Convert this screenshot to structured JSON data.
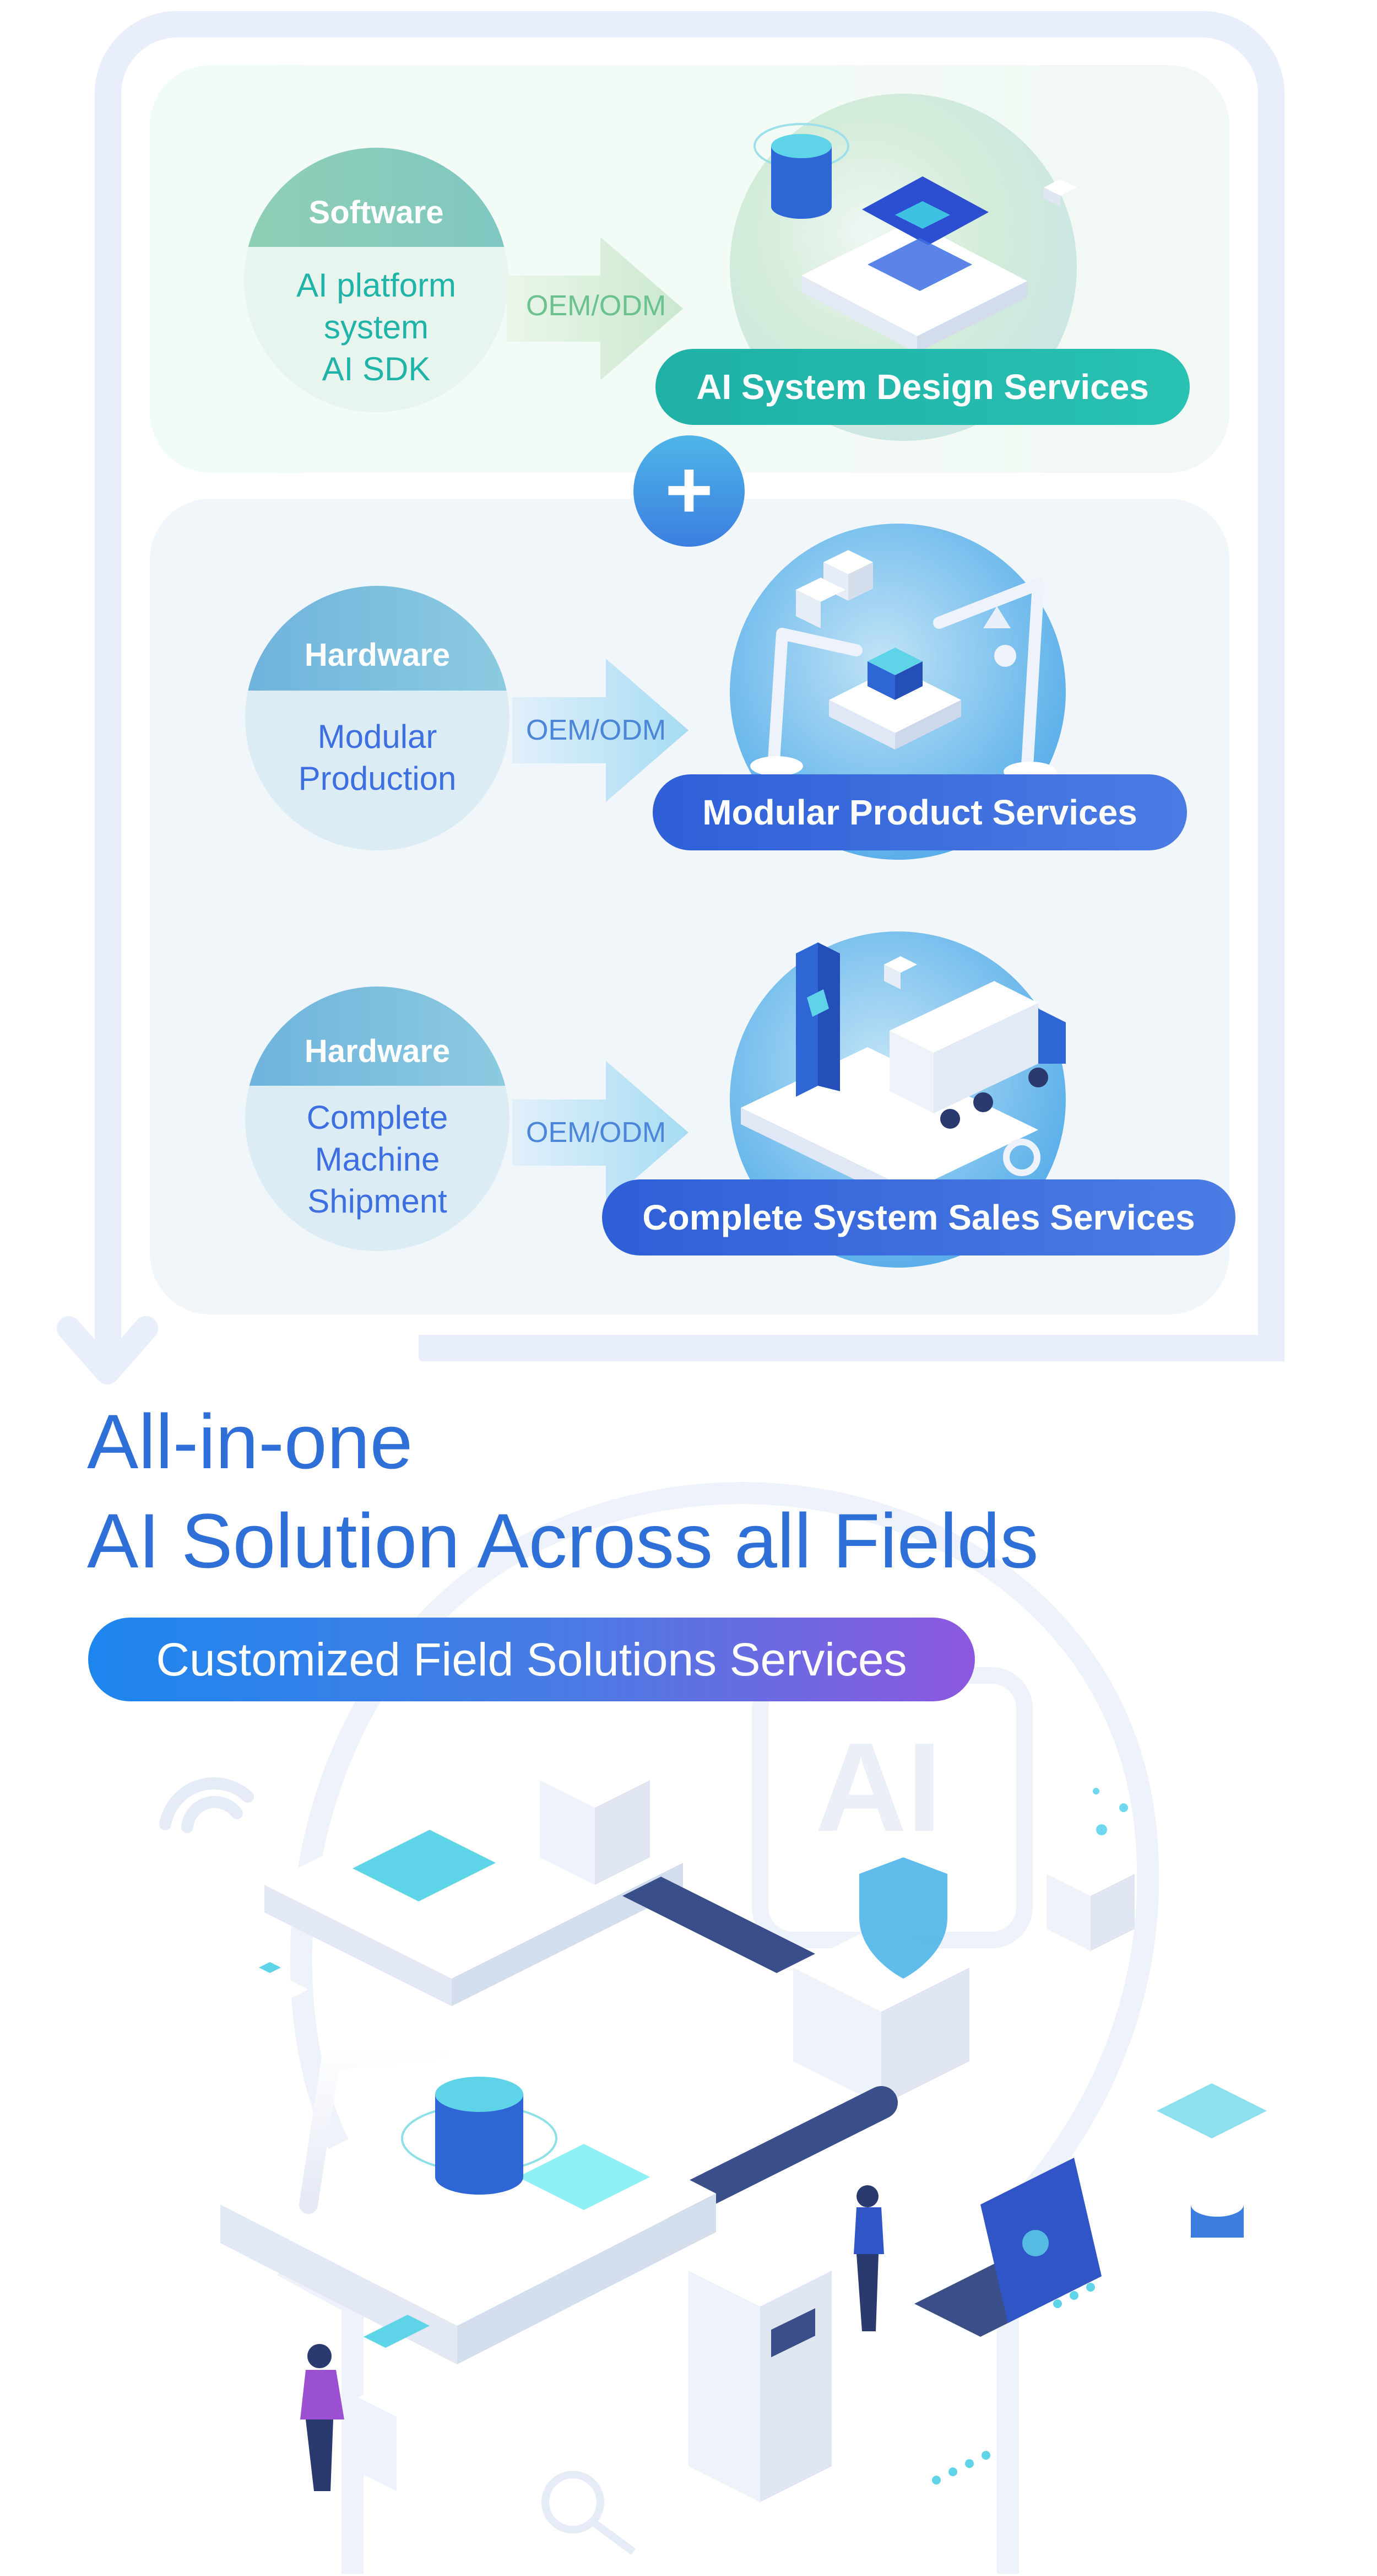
{
  "rows": [
    {
      "header": "Software",
      "body_lines": [
        "AI platform",
        "system",
        "AI SDK"
      ],
      "arrow_label": "OEM/ODM",
      "service": "AI System Design Services"
    },
    {
      "header": "Hardware",
      "body_lines": [
        "Modular",
        "Production"
      ],
      "arrow_label": "OEM/ODM",
      "service": "Modular Product Services"
    },
    {
      "header": "Hardware",
      "body_lines": [
        "Complete",
        "Machine",
        "Shipment"
      ],
      "arrow_label": "OEM/ODM",
      "service": "Complete System Sales Services"
    }
  ],
  "plus_symbol": "+",
  "headline": {
    "line1": "All-in-one",
    "line2": "AI Solution Across all Fields"
  },
  "banner": "Customized Field Solutions Services",
  "illustration_text": {
    "ai_chip": "AI"
  },
  "colors": {
    "software_accent": "#20b3a7",
    "hardware_accent": "#3d6fe0",
    "headline": "#2f6fd8"
  }
}
